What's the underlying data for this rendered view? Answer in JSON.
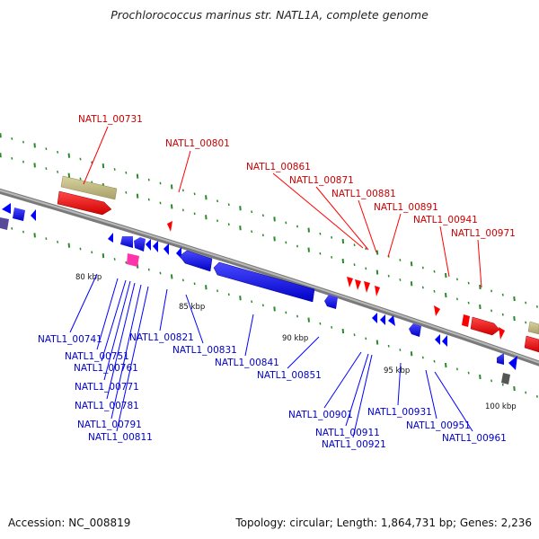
{
  "title": "Prochlorococcus marinus str. NATL1A, complete genome",
  "footer": {
    "accession": "Accession: NC_008819",
    "summary": "Topology: circular; Length: 1,864,731 bp; Genes: 2,236"
  },
  "colors": {
    "forward_gene": "#ff0000",
    "reverse_gene": "#0000ff",
    "label_top": "#cc0000",
    "label_bottom": "#0000cc",
    "backbone": "#8a8a8a",
    "rna_track": "#bdb57a",
    "tick": "#2a8a2a"
  },
  "scale_labels": [
    "80 kbp",
    "85 kbp",
    "90 kbp",
    "95 kbp",
    "100 kbp"
  ],
  "labels_top": [
    "NATL1_00731",
    "NATL1_00801",
    "NATL1_00861",
    "NATL1_00871",
    "NATL1_00881",
    "NATL1_00891",
    "NATL1_00941",
    "NATL1_00971"
  ],
  "labels_bottom": [
    "NATL1_00741",
    "NATL1_00751",
    "NATL1_00761",
    "NATL1_00771",
    "NATL1_00781",
    "NATL1_00791",
    "NATL1_00811",
    "NATL1_00821",
    "NATL1_00831",
    "NATL1_00841",
    "NATL1_00851",
    "NATL1_00901",
    "NATL1_00911",
    "NATL1_00921",
    "NATL1_00931",
    "NATL1_00951",
    "NATL1_00961"
  ]
}
